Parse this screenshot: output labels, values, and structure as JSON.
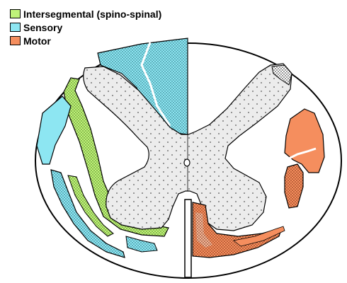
{
  "legend": {
    "items": [
      {
        "label": "Intersegmental (spino-spinal)",
        "color": "#bff27a"
      },
      {
        "label": "Sensory",
        "color": "#8de6f2"
      },
      {
        "label": "Motor",
        "color": "#f58e5e"
      }
    ]
  },
  "colors": {
    "outline": "#000000",
    "gray_matter": "#ececec",
    "background": "#ffffff"
  }
}
